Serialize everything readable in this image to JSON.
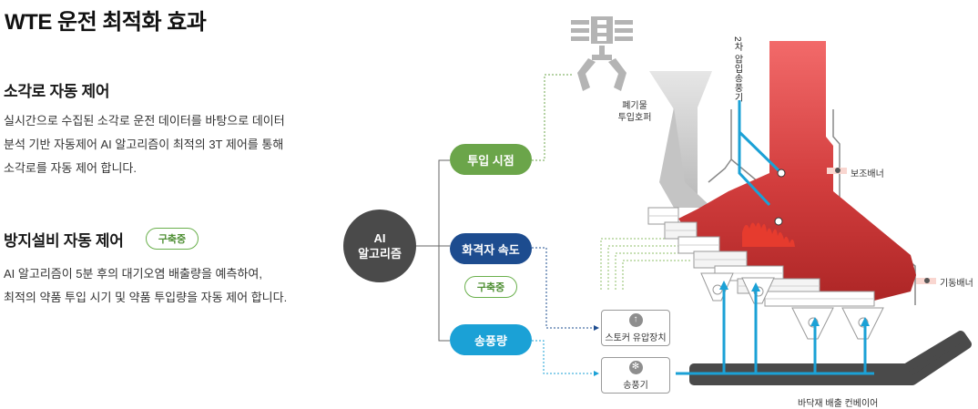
{
  "page": {
    "title": "WTE 운전 최적화 효과"
  },
  "sections": {
    "incinerator": {
      "title": "소각로 자동 제어",
      "lines": [
        "실시간으로 수집된 소각로 운전 데이터를 바탕으로 데이터",
        "분석 기반 자동제어 AI 알고리즘이 최적의 3T 제어를 통해",
        "소각로를 자동 제어 합니다."
      ]
    },
    "prevention": {
      "title": "방지설비 자동 제어",
      "badge": "구축중",
      "lines": [
        "AI 알고리즘이 5분 후의 대기오염 배출량을 예측하여,",
        "최적의 약품 투입 시기 및 약품 투입량을 자동 제어 합니다."
      ]
    }
  },
  "diagram": {
    "ai_node": {
      "line1": "AI",
      "line2": "알고리즘"
    },
    "nodes": {
      "feed_timing": "투입 시점",
      "grate_speed": "화격자 속도",
      "grate_badge": "구축중",
      "air_volume": "송풍량"
    },
    "devices": {
      "stoker": {
        "label": "스토커 유압장치",
        "icon": "arrow-up-icon"
      },
      "blower": {
        "label": "송풍기",
        "icon": "fan-icon"
      }
    },
    "labels": {
      "hopper_line1": "폐기물",
      "hopper_line2": "투입호퍼",
      "secondary_air": "2차 압입송풍기",
      "aux_burner": "보조배너",
      "start_burner": "기동배너",
      "conveyor": "바닥재 배출 컨베이어"
    },
    "icons": {
      "crane": "crane-grab-icon",
      "flame": "flame-icon"
    },
    "colors": {
      "green": "#6ba54a",
      "navy": "#1d4c8f",
      "blue": "#1ba1d6",
      "furnace_top": "#f26a6a",
      "furnace_bottom": "#b52a2a",
      "dark": "#4a4a4a"
    }
  }
}
